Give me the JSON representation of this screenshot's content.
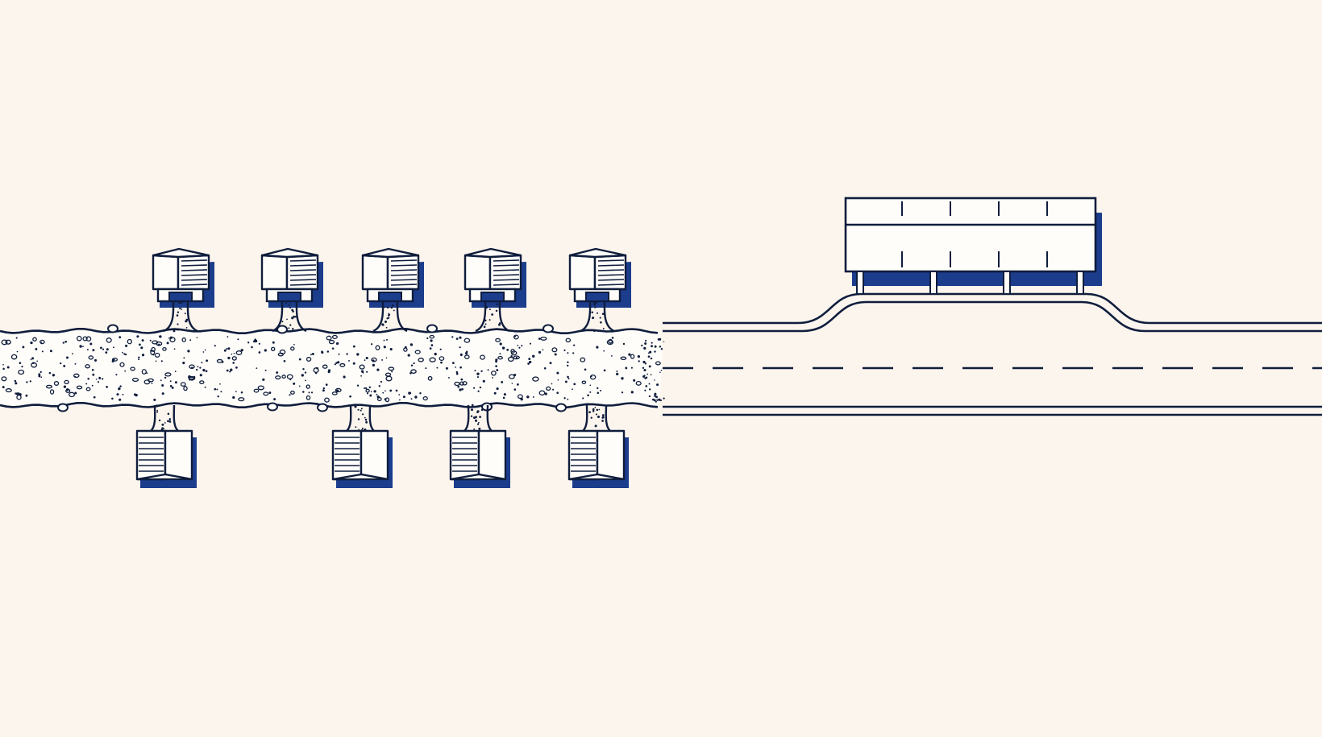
{
  "colors": {
    "background": "#fcf5ed",
    "ink": "#0f1d3d",
    "accent": "#1c3c8c",
    "fill": "#fffdf9"
  },
  "scene": {
    "left_section": "dirt-road",
    "right_section": "paved-road",
    "upper_building_count": 5,
    "lower_building_count": 4,
    "platform_segment_count": 5,
    "platform_post_count": 4,
    "icon": "warehouse-icon"
  }
}
